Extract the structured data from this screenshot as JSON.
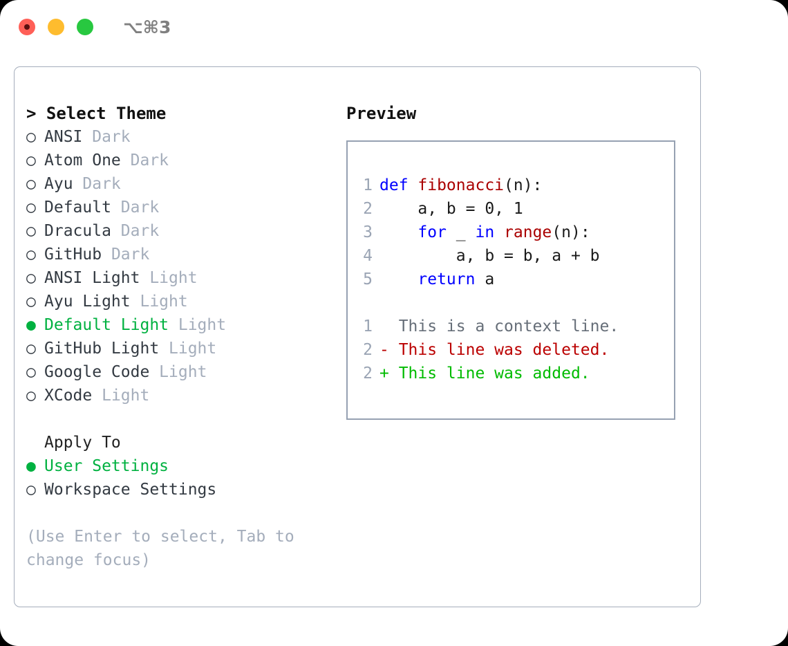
{
  "titlebar": {
    "dots": [
      {
        "name": "close-button",
        "color": "#ff5f57"
      },
      {
        "name": "minimize-button",
        "color": "#febc2e"
      },
      {
        "name": "maximize-button",
        "color": "#28c840"
      }
    ],
    "shortcut": "⌥⌘3"
  },
  "colors": {
    "accent_green": "#00b140",
    "muted": "#a4adbb",
    "panel_border": "#a4adbb",
    "preview_border": "#96a1b2",
    "keyword_blue": "#0000ff",
    "function_red": "#aa0000",
    "diff_deleted": "#bb0000",
    "diff_added": "#00bb00"
  },
  "left": {
    "heading": "> Select Theme",
    "themes": [
      {
        "bullet": "○",
        "name": "ANSI",
        "kind": " Dark",
        "selected": false
      },
      {
        "bullet": "○",
        "name": "Atom One",
        "kind": " Dark",
        "selected": false
      },
      {
        "bullet": "○",
        "name": "Ayu",
        "kind": " Dark",
        "selected": false
      },
      {
        "bullet": "○",
        "name": "Default",
        "kind": " Dark",
        "selected": false
      },
      {
        "bullet": "○",
        "name": "Dracula",
        "kind": " Dark",
        "selected": false
      },
      {
        "bullet": "○",
        "name": "GitHub",
        "kind": " Dark",
        "selected": false
      },
      {
        "bullet": "○",
        "name": "ANSI Light",
        "kind": " Light",
        "selected": false
      },
      {
        "bullet": "○",
        "name": "Ayu Light",
        "kind": " Light",
        "selected": false
      },
      {
        "bullet": "●",
        "name": "Default Light",
        "kind": " Light",
        "selected": true
      },
      {
        "bullet": "○",
        "name": "GitHub Light",
        "kind": " Light",
        "selected": false
      },
      {
        "bullet": "○",
        "name": "Google Code",
        "kind": " Light",
        "selected": false
      },
      {
        "bullet": "○",
        "name": "XCode",
        "kind": " Light",
        "selected": false
      }
    ],
    "apply_heading": "Apply To",
    "apply_options": [
      {
        "bullet": "●",
        "name": "User Settings",
        "selected": true
      },
      {
        "bullet": "○",
        "name": "Workspace Settings",
        "selected": false
      }
    ],
    "hint": "(Use Enter to select, Tab to change focus)"
  },
  "right": {
    "heading": "Preview",
    "code_lines": [
      {
        "num": "1",
        "tokens": [
          {
            "t": "def ",
            "c": "kw"
          },
          {
            "t": "fibonacci",
            "c": "fn"
          },
          {
            "t": "(n):",
            "c": "plain"
          }
        ]
      },
      {
        "num": "2",
        "tokens": [
          {
            "t": "    a, b = 0, 1",
            "c": "plain"
          }
        ]
      },
      {
        "num": "3",
        "tokens": [
          {
            "t": "    ",
            "c": "plain"
          },
          {
            "t": "for",
            "c": "kw"
          },
          {
            "t": " _ ",
            "c": "plain"
          },
          {
            "t": "in",
            "c": "kw"
          },
          {
            "t": " ",
            "c": "plain"
          },
          {
            "t": "range",
            "c": "fn"
          },
          {
            "t": "(n):",
            "c": "plain"
          }
        ]
      },
      {
        "num": "4",
        "tokens": [
          {
            "t": "        a, b = b, a + b",
            "c": "plain"
          }
        ]
      },
      {
        "num": "5",
        "tokens": [
          {
            "t": "    ",
            "c": "plain"
          },
          {
            "t": "return",
            "c": "kw"
          },
          {
            "t": " a",
            "c": "plain"
          }
        ]
      }
    ],
    "diff_lines": [
      {
        "num": "1",
        "marker": "  ",
        "text": "This is a context line.",
        "kind": "ctx"
      },
      {
        "num": "2",
        "marker": "- ",
        "text": "This line was deleted.",
        "kind": "del"
      },
      {
        "num": "2",
        "marker": "+ ",
        "text": "This line was added.",
        "kind": "add"
      }
    ]
  }
}
